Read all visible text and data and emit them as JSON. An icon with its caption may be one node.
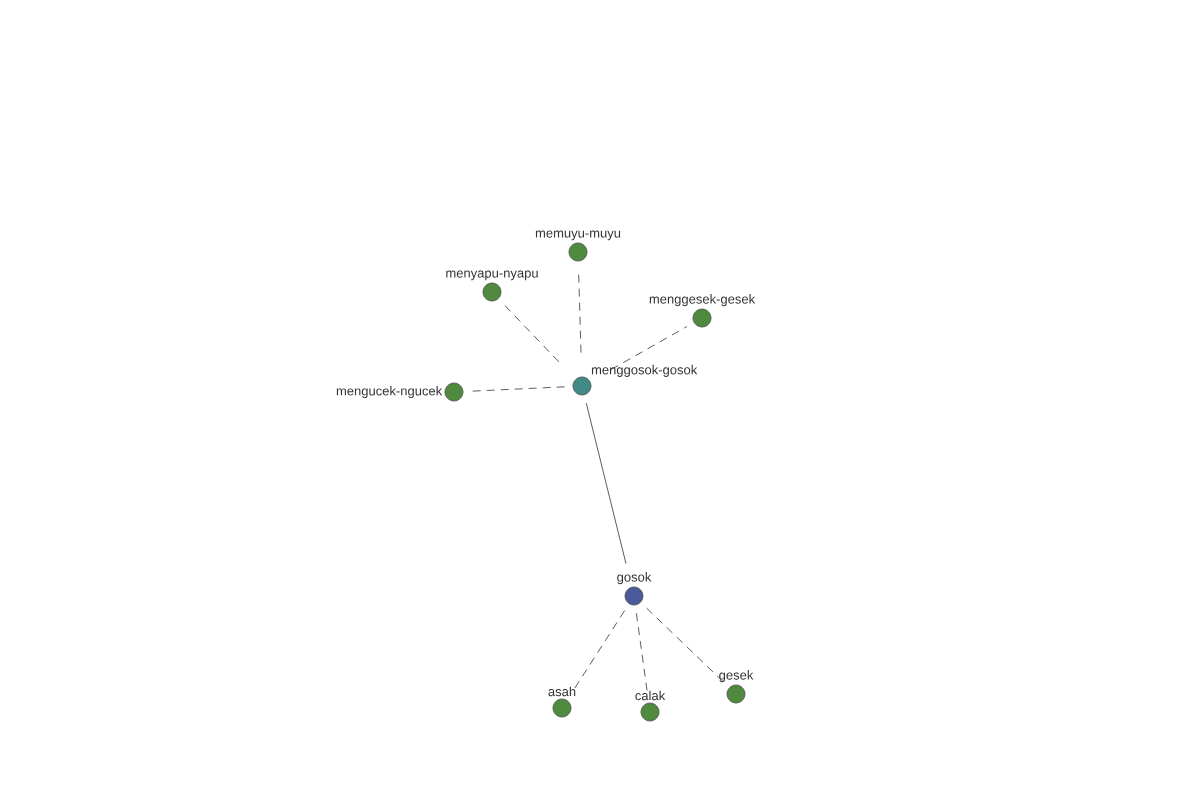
{
  "diagram": {
    "nodes": [
      {
        "text": [
          "memuyu-muyu"
        ]
      },
      {
        "text": [
          "menyapu-nyapu"
        ]
      },
      {
        "text": [
          "menggesek-gesek"
        ]
      },
      {
        "text": [
          "mengucek-ngucek"
        ]
      },
      {
        "text": [
          "menggosok-gosok"
        ]
      },
      {
        "text": [
          "gosok"
        ]
      },
      {
        "text": [
          "asah"
        ]
      },
      {
        "text": [
          "calak"
        ]
      },
      {
        "text": [
          "gesek"
        ]
      }
    ],
    "edges": [
      {
        "from": 4,
        "to": 0,
        "arrow": "none",
        "style": "dashed"
      },
      {
        "from": 4,
        "to": 1,
        "arrow": "none",
        "style": "dashed"
      },
      {
        "from": 4,
        "to": 2,
        "arrow": "none",
        "style": "dashed"
      },
      {
        "from": 4,
        "to": 3,
        "arrow": "none",
        "style": "dashed"
      },
      {
        "from": 4,
        "to": 5,
        "arrow": "none"
      },
      {
        "from": 5,
        "to": 6,
        "arrow": "none",
        "style": "dashed"
      },
      {
        "from": 5,
        "to": 7,
        "arrow": "none",
        "style": "dashed"
      },
      {
        "from": 5,
        "to": 8,
        "arrow": "none",
        "style": "dashed"
      }
    ]
  }
}
